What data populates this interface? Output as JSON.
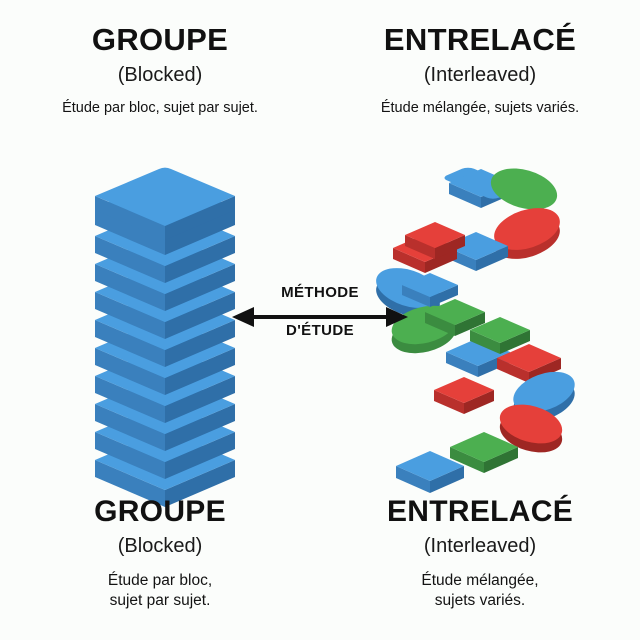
{
  "background_color": "#fbfdfb",
  "palette": {
    "blue_top": "#4a9ee0",
    "blue_side": "#3a80bd",
    "blue_dark": "#2f6fa8",
    "green_top": "#4caf50",
    "green_side": "#3b8c40",
    "red_top": "#e5403a",
    "red_side": "#b9302c",
    "text": "#111111"
  },
  "columns": {
    "left": {
      "title": "GROUPE",
      "subtitle": "(Blocked)",
      "caption_top": "Étude par bloc, sujet par sujet.",
      "caption_bottom_line1": "Étude par bloc,",
      "caption_bottom_line2": "sujet par sujet."
    },
    "right": {
      "title": "ENTRELACÉ",
      "subtitle": "(Interleaved)",
      "caption_top": "Étude mélangée, sujets variés.",
      "caption_bottom_line1": "Étude mélangée,",
      "caption_bottom_line2": "sujets variés."
    }
  },
  "center_arrow": {
    "label_line1": "MÉTHODE",
    "label_line2": "D'ÉTUDE",
    "direction": "double-headed-horizontal"
  },
  "chart_data": {
    "type": "diagram",
    "title": "Groupe (Blocked) vs Entrelacé (Interleaved)",
    "left_graphic": {
      "name": "blocked-stack",
      "description": "Uniform vertical stack of identical isometric blue blocks",
      "block_count": 11,
      "colors": [
        "#4a9ee0"
      ],
      "color_variety": 1
    },
    "right_graphic": {
      "name": "interleaved-spiral",
      "description": "Serpentine S-curve of alternating colored isometric tiles",
      "tile_count": 18,
      "colors": [
        "#4a9ee0",
        "#4caf50",
        "#e5403a"
      ],
      "color_variety": 3,
      "sequence": [
        "blue",
        "green",
        "red",
        "blue",
        "red",
        "blue",
        "green",
        "blue",
        "red",
        "blue",
        "green",
        "red",
        "green",
        "red",
        "blue",
        "red",
        "green",
        "blue"
      ]
    }
  }
}
